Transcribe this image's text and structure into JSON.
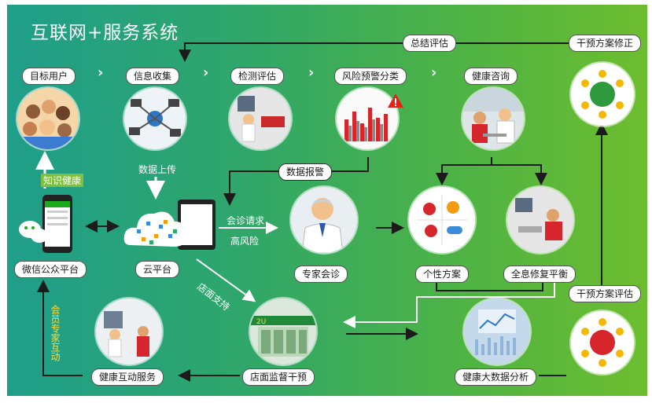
{
  "title": "互联网+服务系统",
  "top_flow": {
    "steps": [
      "目标用户",
      "信息收集",
      "检测评估",
      "风险预警分类",
      "健康咨询"
    ],
    "chevron": "›"
  },
  "nodes": {
    "wechat": "微信公众平台",
    "cloud": "云平台",
    "expert": "专家会诊",
    "personal": "个性方案",
    "holistic": "全息修复平衡",
    "interactive": "健康互动服务",
    "store": "店面监督干预",
    "bigdata": "健康大数据分析",
    "plan_fix": "干预方案修正",
    "plan_eval": "干预方案评估"
  },
  "edge_labels": {
    "summary_eval": "总结评估",
    "data_report": "数据报警",
    "knowledge": "知识健康",
    "data_upload": "数据上传",
    "consult_request": "会诊请求",
    "high_risk": "高风险",
    "store_support": "店面支持",
    "member_interaction": "会员专家互动"
  },
  "store_sign": "2U"
}
